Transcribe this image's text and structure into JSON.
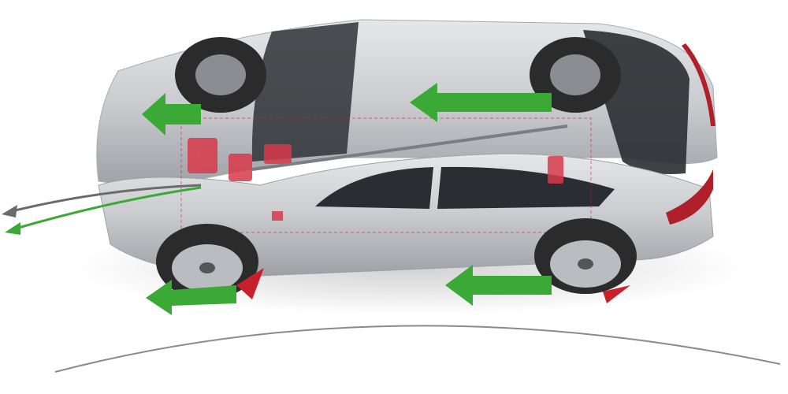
{
  "colors": {
    "background": "#ffffff",
    "body": "#c9cbce",
    "body_shadow": "#9da0a5",
    "glass": "#2a2d31",
    "tire": "#2b2b2b",
    "rim": "#b9bcc0",
    "drivetrain": "#d8394a",
    "torque_arrow": "#3aa935",
    "brake_arrow": "#c8202a",
    "exit_arrow_gray": "#6b6b6b",
    "road_curve": "#8a8a8a"
  },
  "arrows": [
    {
      "name": "front-axle-torque",
      "direction": "left"
    },
    {
      "name": "rear-axle-torque",
      "direction": "left"
    },
    {
      "name": "front-wheel-torque",
      "direction": "left"
    },
    {
      "name": "rear-wheel-torque",
      "direction": "left"
    }
  ]
}
